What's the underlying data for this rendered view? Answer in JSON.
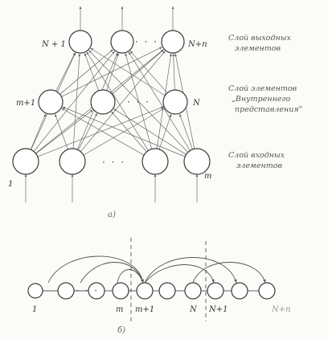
{
  "diagram": {
    "part_a": {
      "caption": "а)",
      "layers": {
        "output": {
          "name_line1": "Слой выходных",
          "name_line2": "элементов",
          "first_label": "N + 1",
          "last_label": "N+n"
        },
        "hidden": {
          "name_line1": "Слой элементов",
          "name_line2": "„Внутреннего",
          "name_line3": "представления\"",
          "first_label": "m+1",
          "last_label": "N"
        },
        "input": {
          "name_line1": "Слой входных",
          "name_line2": "элементов",
          "first_label": "1",
          "last_label": "m"
        }
      },
      "ellipsis": "· · ·"
    },
    "part_b": {
      "caption": "б)",
      "labels": [
        "1",
        "m",
        "m+1",
        "N",
        "N+1",
        "N+n"
      ],
      "ellipsis": "· · ·"
    }
  }
}
